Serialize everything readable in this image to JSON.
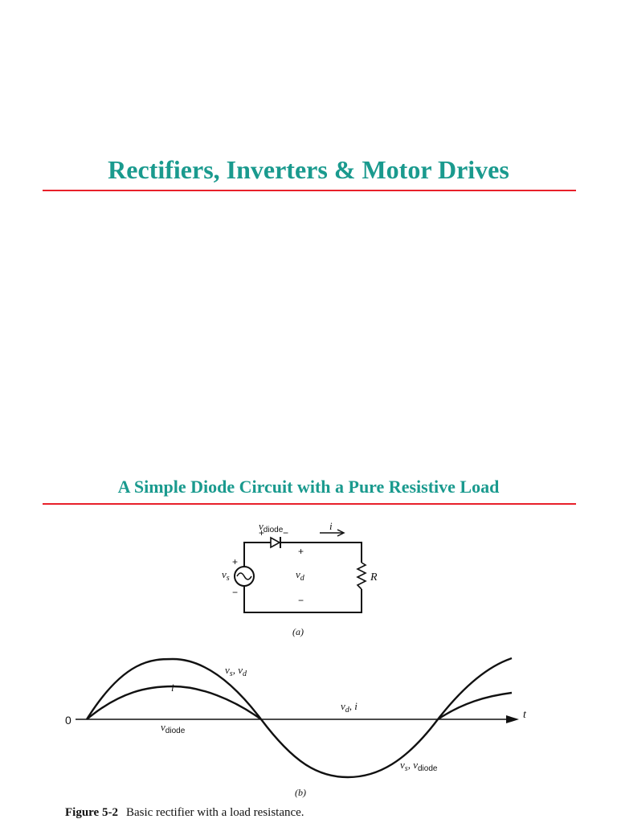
{
  "slide": {
    "title": "Rectifiers, Inverters & Motor Drives",
    "subtitle": "A Simple Diode Circuit with a Pure Resistive Load"
  },
  "circuit": {
    "v_diode": "v",
    "v_diode_sub": "diode",
    "plus": "+",
    "minus": "−",
    "i": "i",
    "vs": "v",
    "vs_sub": "s",
    "vd": "v",
    "vd_sub": "d",
    "R": "R",
    "label": "(a)"
  },
  "waveform": {
    "zero": "0",
    "t": "t",
    "vs_vd": "v",
    "vs_vd_sub1": "s",
    "vs_vd_sep": ", v",
    "vs_vd_sub2": "d",
    "i": "i",
    "vd_i": "v",
    "vd_i_sub": "d",
    "vd_i_rest": ", i",
    "vdiode": "v",
    "vdiode_sub": "diode",
    "vs_vdiode": "v",
    "vs_vdiode_sub1": "s",
    "vs_vdiode_sep": ", v",
    "vs_vdiode_sub2": "diode",
    "label": "(b)"
  },
  "caption": {
    "number": "Figure 5-2",
    "text": "Basic rectifier with a load resistance."
  },
  "colors": {
    "title": "#1a9a8e",
    "rule": "#e8202a"
  }
}
